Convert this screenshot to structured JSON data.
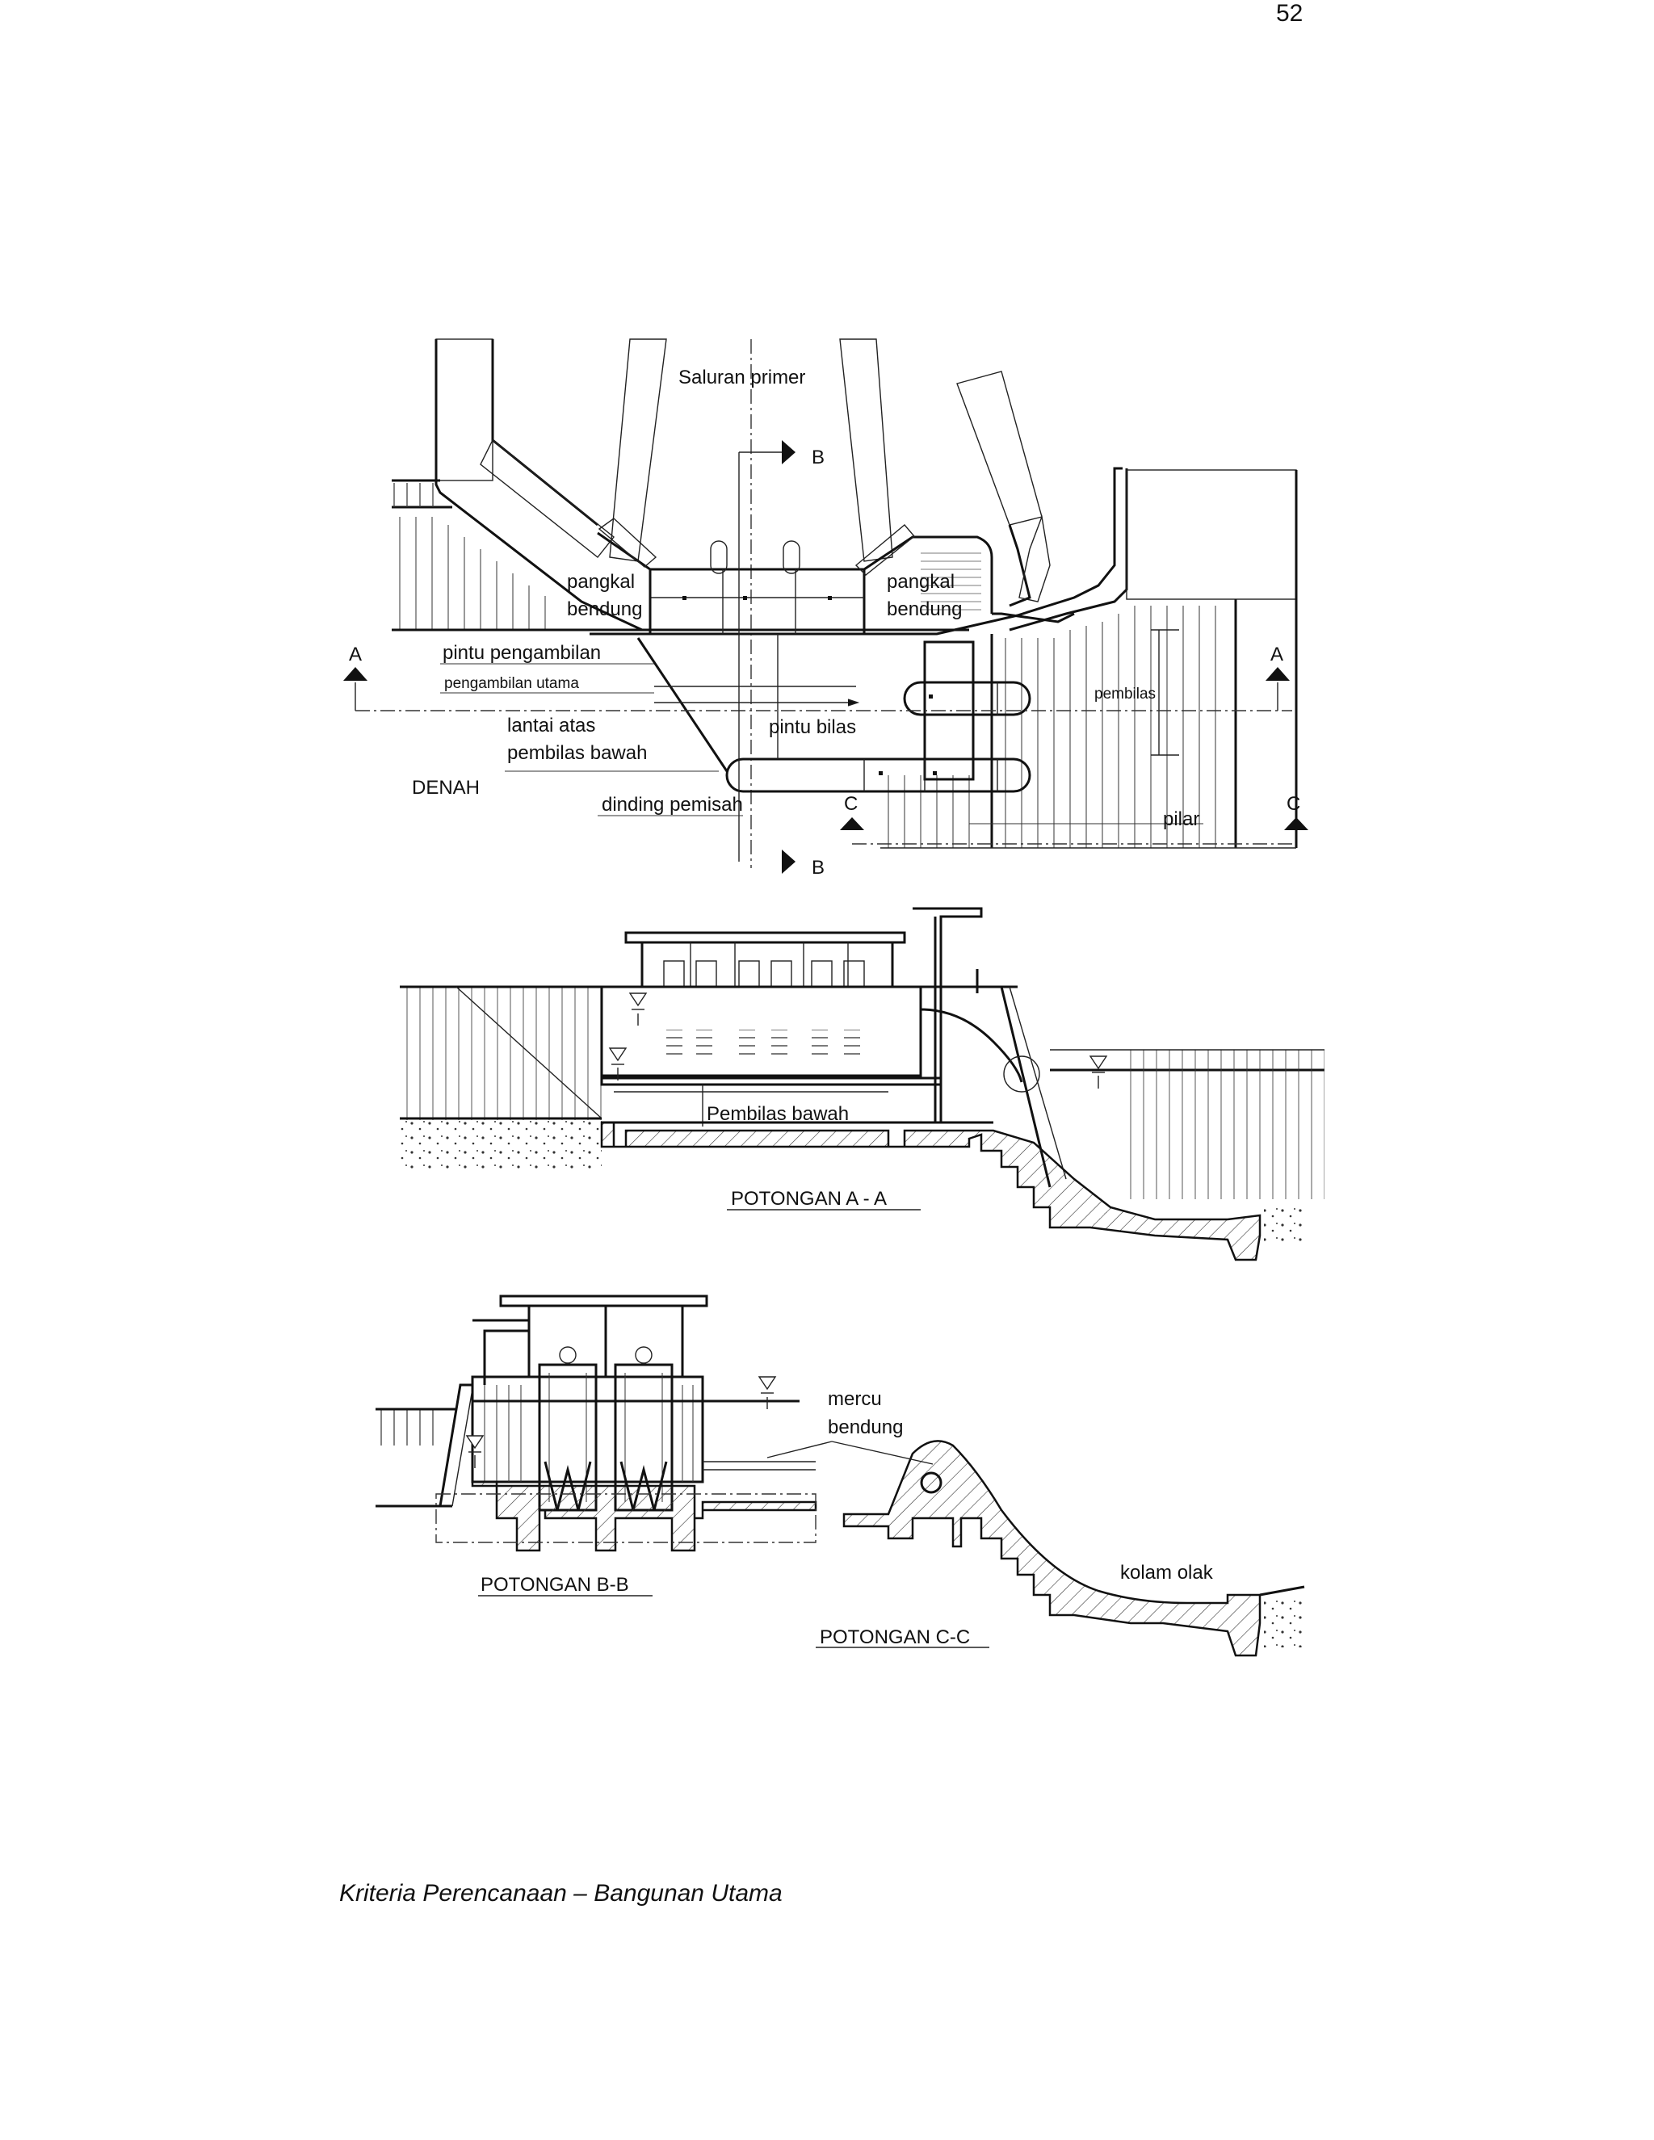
{
  "page": {
    "number": "52"
  },
  "footer": {
    "text": "Kriteria Perencanaan – Bangunan Utama"
  },
  "denah": {
    "title": "DENAH",
    "labels": {
      "saluran_primer": "Saluran primer",
      "pangkal_left_1": "pangkal",
      "pangkal_left_2": "bendung",
      "pangkal_right_1": "pangkal",
      "pangkal_right_2": "bendung",
      "pintu_pengambilan": "pintu pengambilan",
      "pengambilan_utama": "pengambilan utama",
      "lantai_atas": "lantai atas",
      "pembilas_bawah": "pembilas bawah",
      "pintu_bilas": "pintu bilas",
      "dinding_pemisah": "dinding pemisah",
      "pembilas": "pembilas",
      "pilar": "pilar"
    },
    "section_marks": {
      "a": "A",
      "b": "B",
      "c": "C"
    }
  },
  "potongan_aa": {
    "title": "POTONGAN   A - A",
    "label_pembilas_bawah": "Pembilas bawah"
  },
  "potongan_bb": {
    "title": "POTONGAN   B-B"
  },
  "potongan_cc": {
    "title": "POTONGAN   C-C",
    "label_mercu": "mercu",
    "label_bendung": "bendung",
    "label_kolam_olak": "kolam olak"
  }
}
